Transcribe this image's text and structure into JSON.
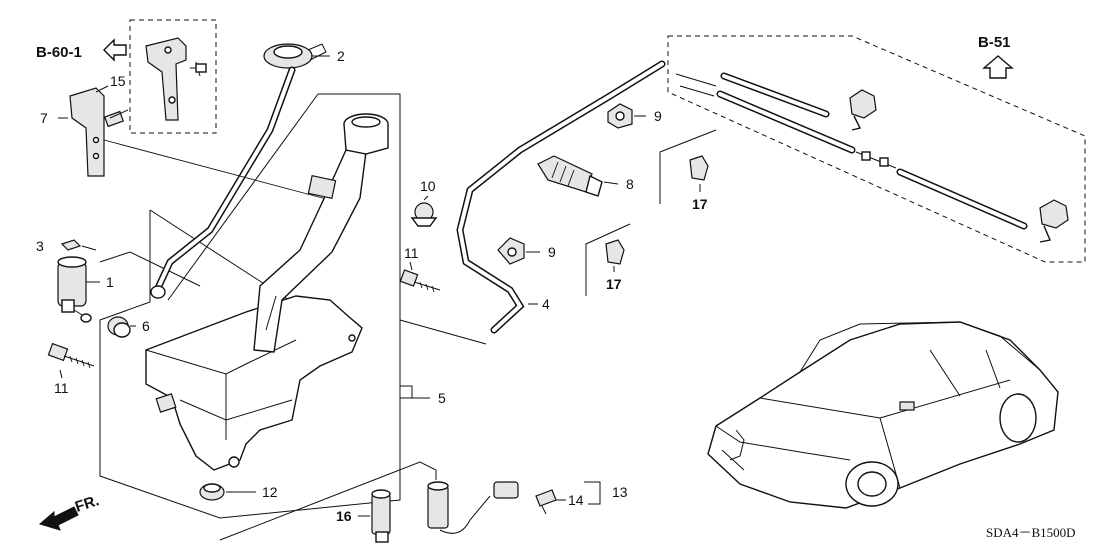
{
  "diagram": {
    "code": "SDA4－B1500D",
    "refs": {
      "b601": "B-60-1",
      "b51": "B-51",
      "front": "FR."
    },
    "callouts": [
      {
        "id": "c1",
        "label": "1"
      },
      {
        "id": "c2",
        "label": "2"
      },
      {
        "id": "c3",
        "label": "3"
      },
      {
        "id": "c4",
        "label": "4"
      },
      {
        "id": "c5",
        "label": "5"
      },
      {
        "id": "c6",
        "label": "6"
      },
      {
        "id": "c7",
        "label": "7"
      },
      {
        "id": "c8",
        "label": "8"
      },
      {
        "id": "c9a",
        "label": "9"
      },
      {
        "id": "c9b",
        "label": "9"
      },
      {
        "id": "c10",
        "label": "10"
      },
      {
        "id": "c11a",
        "label": "11"
      },
      {
        "id": "c11b",
        "label": "11"
      },
      {
        "id": "c12",
        "label": "12"
      },
      {
        "id": "c13",
        "label": "13"
      },
      {
        "id": "c14",
        "label": "14"
      },
      {
        "id": "c15",
        "label": "15"
      },
      {
        "id": "c16",
        "label": "16"
      },
      {
        "id": "c17a",
        "label": "17"
      },
      {
        "id": "c17b",
        "label": "17"
      }
    ]
  }
}
